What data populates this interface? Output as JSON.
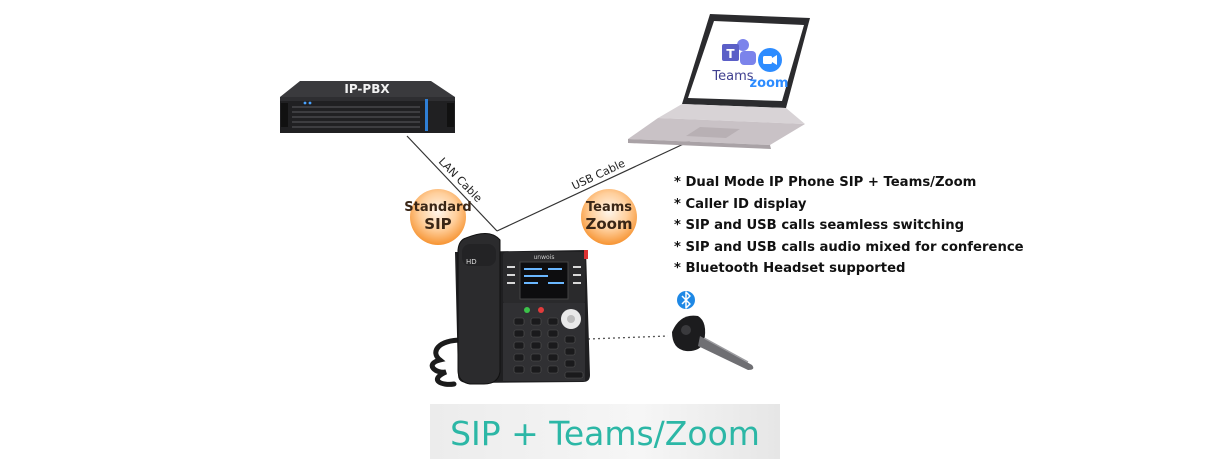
{
  "devices": {
    "pbx_label": "IP-PBX",
    "phone_brand": "unwois",
    "phone_hd": "HD",
    "laptop_apps": [
      {
        "name": "Teams",
        "icon": "microsoft-teams-logo"
      },
      {
        "name": "zoom",
        "icon": "zoom-logo"
      }
    ],
    "headset_icon": "bluetooth-icon"
  },
  "connections": {
    "lan_label": "LAN Cable",
    "usb_label": "USB Cable"
  },
  "badges": {
    "sip_line1": "Standard",
    "sip_line2": "SIP",
    "teams_line1": "Teams",
    "teams_line2": "Zoom"
  },
  "features": [
    "* Dual Mode IP Phone SIP + Teams/Zoom",
    "* Caller ID display",
    "* SIP and USB calls seamless switching",
    "* SIP and USB calls audio mixed for conference",
    "* Bluetooth Headset supported"
  ],
  "banner": "SIP + Teams/Zoom",
  "colors": {
    "accent_teal": "#2cb7a6",
    "badge_orange": "#f6922f",
    "teams_purple": "#5b5fc7",
    "zoom_blue": "#2d8cff",
    "bluetooth_blue": "#1e88e5",
    "device_black": "#1e1e20"
  }
}
